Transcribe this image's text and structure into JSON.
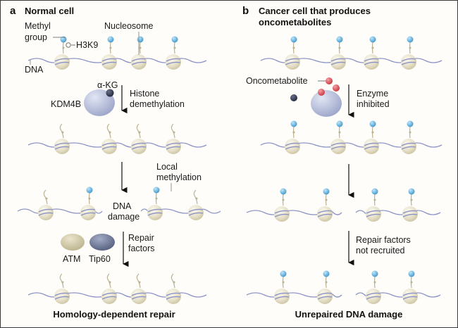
{
  "panel_a": {
    "letter": "a",
    "title": "Normal cell",
    "labels": {
      "methyl_group_line1": "Methyl",
      "methyl_group_line2": "group",
      "h3k9": "H3K9",
      "nucleosome": "Nucleosome",
      "dna": "DNA",
      "alpha_kg": "α-KG",
      "kdm4b": "KDM4B",
      "step1_line1": "Histone",
      "step1_line2": "demethylation",
      "local_methylation_line1": "Local",
      "local_methylation_line2": "methylation",
      "dna_damage_line1": "DNA",
      "dna_damage_line2": "damage",
      "atm": "ATM",
      "tip60": "Tip60",
      "step3_line1": "Repair",
      "step3_line2": "factors"
    },
    "outcome": "Homology-dependent repair"
  },
  "panel_b": {
    "letter": "b",
    "title_line1": "Cancer cell that produces",
    "title_line2": "oncometabolites",
    "labels": {
      "oncometabolite": "Oncometabolite",
      "step1_line1": "Enzyme",
      "step1_line2": "inhibited",
      "step3_line1": "Repair factors",
      "step3_line2": "not recruited"
    },
    "outcome": "Unrepaired DNA damage"
  },
  "colors": {
    "methyl": "#5aaedc",
    "nucleosome": "#e6e0c8",
    "dna": "#8c93c4",
    "kdm4b": "#aab3d4",
    "alpha_kg": "#2f3444",
    "oncometabolite": "#d94b55",
    "atm": "#cfc7a6",
    "tip60": "#6b7694"
  }
}
